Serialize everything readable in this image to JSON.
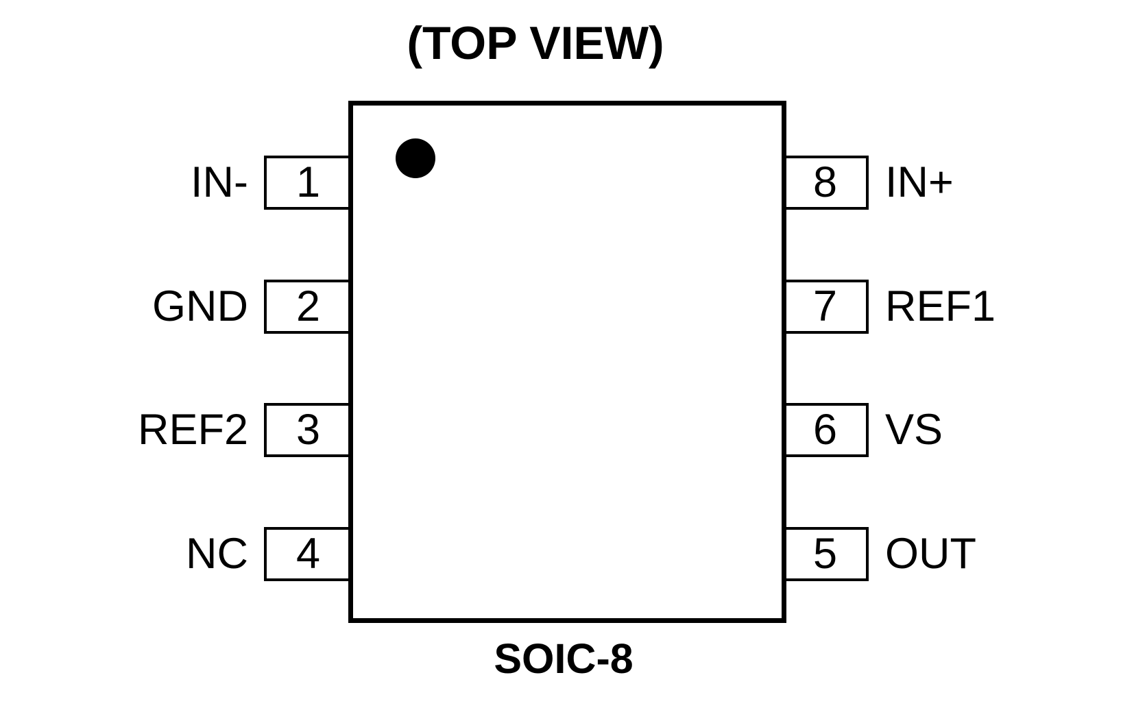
{
  "diagram": {
    "title": "(TOP VIEW)",
    "package": "SOIC-8",
    "colors": {
      "line": "#000000",
      "background": "#ffffff"
    }
  },
  "pins": {
    "left": [
      {
        "number": "1",
        "label": "IN-"
      },
      {
        "number": "2",
        "label": "GND"
      },
      {
        "number": "3",
        "label": "REF2"
      },
      {
        "number": "4",
        "label": "NC"
      }
    ],
    "right": [
      {
        "number": "8",
        "label": "IN+"
      },
      {
        "number": "7",
        "label": "REF1"
      },
      {
        "number": "6",
        "label": "VS"
      },
      {
        "number": "5",
        "label": "OUT"
      }
    ]
  }
}
